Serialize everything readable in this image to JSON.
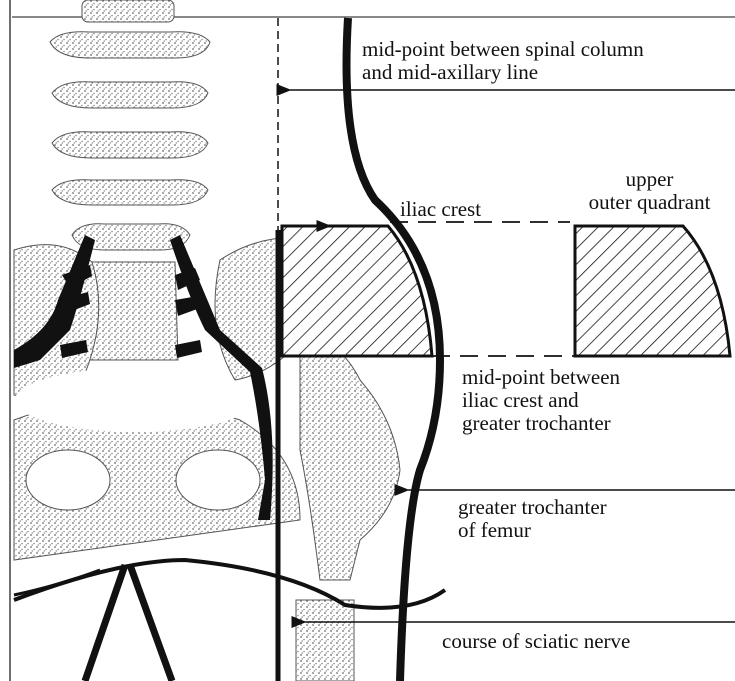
{
  "labels": {
    "midpoint_spine_axillary": [
      "mid-point between spinal column",
      "and mid-axillary line"
    ],
    "iliac_crest": "iliac crest",
    "upper_outer_quadrant": [
      "upper",
      "outer quadrant"
    ],
    "midpoint_crest_trochanter": [
      "mid-point between",
      "iliac crest and",
      "greater trochanter"
    ],
    "greater_trochanter": [
      "greater trochanter",
      "of femur"
    ],
    "sciatic_nerve": "course of sciatic nerve"
  },
  "colors": {
    "ink": "#111111",
    "bone_stipple": "#7a7a7a",
    "background": "#ffffff"
  }
}
